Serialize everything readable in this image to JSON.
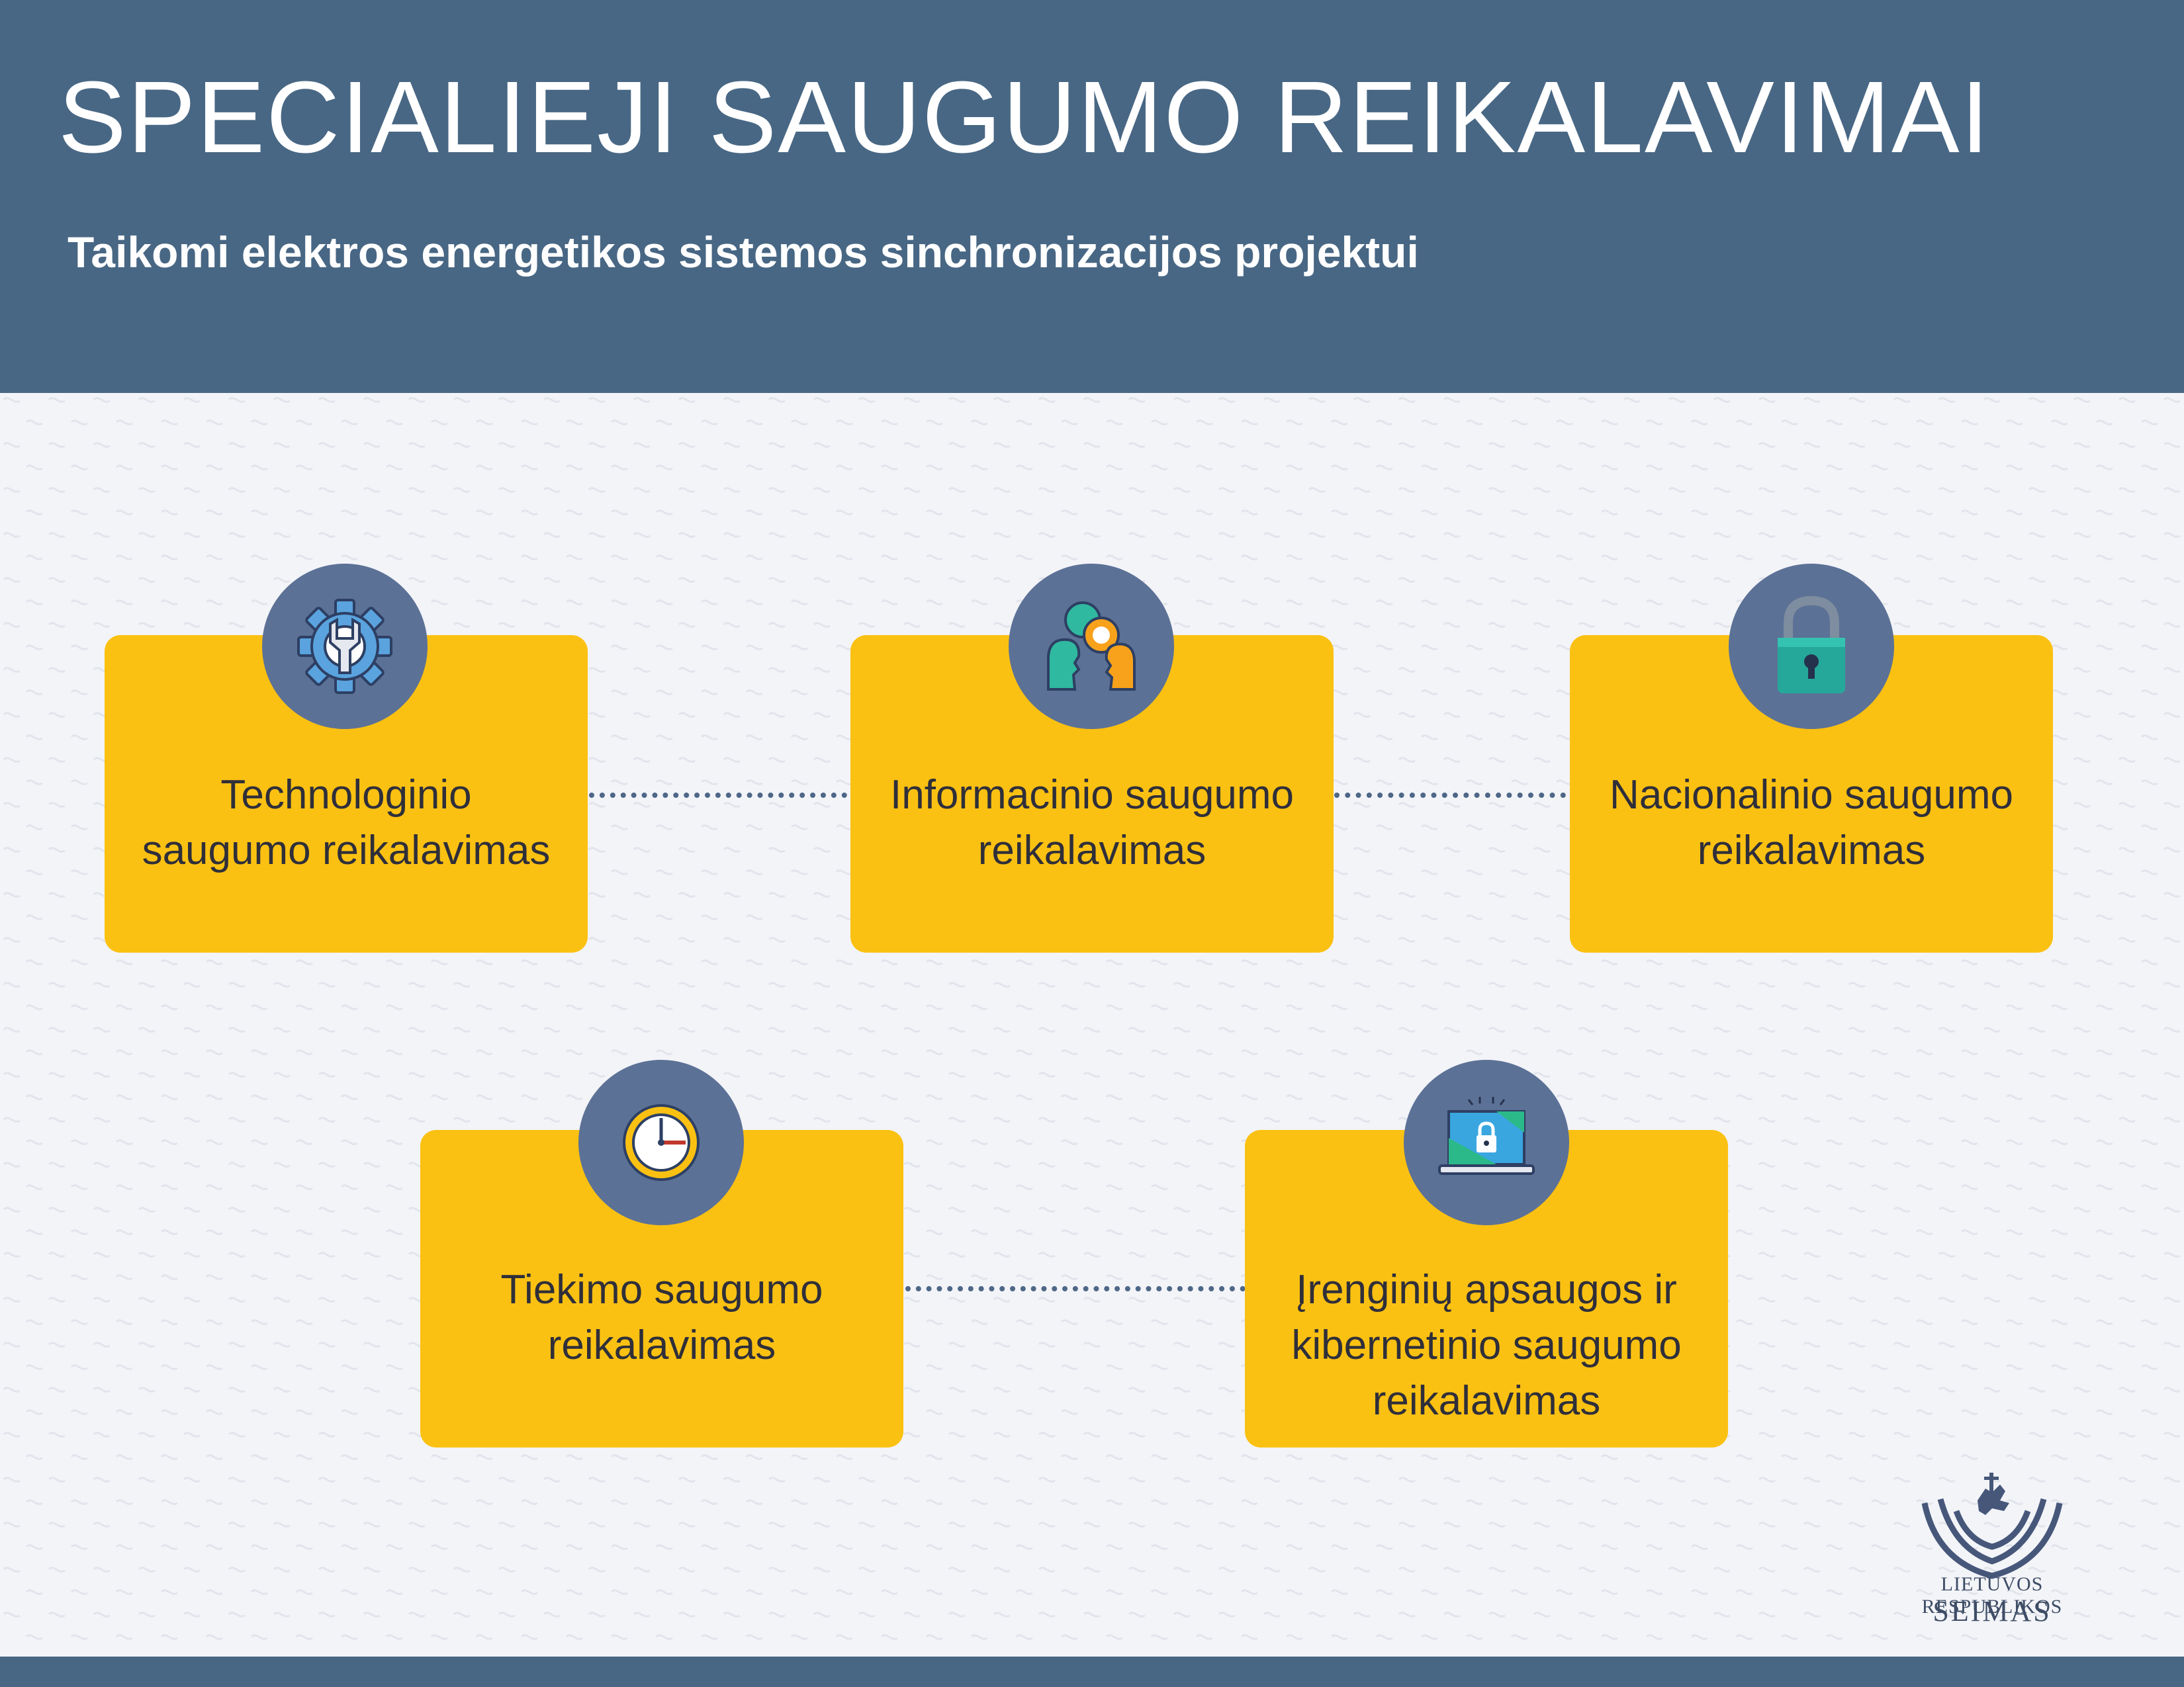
{
  "header": {
    "title": "SPECIALIEJI SAUGUMO REIKALAVIMAI",
    "subtitle": "Taikomi elektros energetikos sistemos sinchronizacijos projektui"
  },
  "cards": [
    {
      "line1": "Technologinio",
      "line2": "saugumo reikalavimas",
      "line3": "",
      "icon": "gear-wrench-icon"
    },
    {
      "line1": "Informacinio saugumo",
      "line2": "reikalavimas",
      "line3": "",
      "icon": "people-talking-icon"
    },
    {
      "line1": "Nacionalinio saugumo",
      "line2": "reikalavimas",
      "line3": "",
      "icon": "padlock-icon"
    },
    {
      "line1": "Tiekimo saugumo",
      "line2": "reikalavimas",
      "line3": "",
      "icon": "clock-icon"
    },
    {
      "line1": "Įrenginių apsaugos ir",
      "line2": "kibernetinio saugumo",
      "line3": "reikalavimas",
      "icon": "laptop-lock-icon"
    }
  ],
  "logo": {
    "line1": "LIETUVOS RESPUBLIKOS",
    "line2": "SEIMAS"
  },
  "colors": {
    "header": "#486784",
    "card": "#fbc112",
    "icon_circle": "#5c7196",
    "background": "#f3f4f8"
  }
}
